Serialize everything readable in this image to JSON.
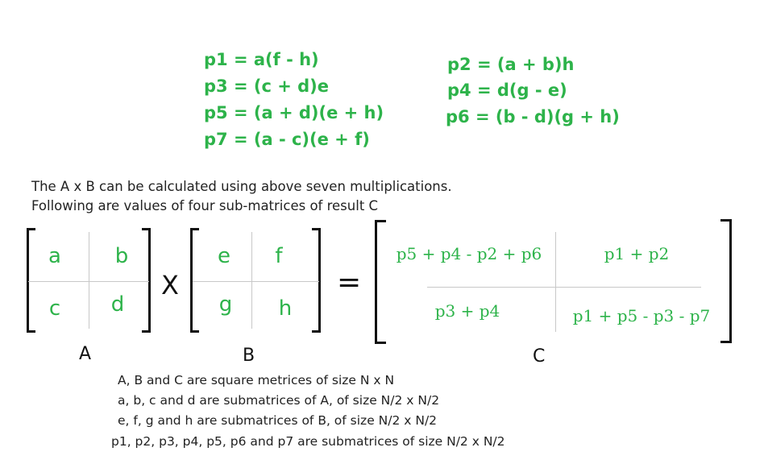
{
  "formulas": {
    "p1": "p1 = a(f - h)",
    "p3": "p3 = (c + d)e",
    "p5": "p5 = (a + d)(e + h)",
    "p7": "p7 = (a - c)(e + f)",
    "p2": "p2 = (a + b)h",
    "p4": "p4 = d(g - e)",
    "p6": "p6 = (b - d)(g + h)"
  },
  "description": {
    "line1": "The A x B can be calculated using above seven multiplications.",
    "line2": "Following are values of four sub-matrices of result C"
  },
  "matrix_a": {
    "a": "a",
    "b": "b",
    "c": "c",
    "d": "d",
    "label": "A"
  },
  "matrix_b": {
    "e": "e",
    "f": "f",
    "g": "g",
    "h": "h",
    "label": "B"
  },
  "matrix_c": {
    "c11": "p5 + p4 - p2 + p6",
    "c12": "p1 + p2",
    "c21": "p3 + p4",
    "c22": "p1 + p5 - p3 - p7",
    "label": "C"
  },
  "operators": {
    "times": "X",
    "equals": "="
  },
  "notes": {
    "line1": "A, B and C are square metrices of size N x N",
    "line2": "a, b, c and d are submatrices of A, of size N/2 x N/2",
    "line3": "e, f, g and h are submatrices of B, of size N/2 x N/2",
    "line4": "p1, p2, p3, p4, p5, p6 and p7 are submatrices of size N/2 x N/2"
  },
  "colors": {
    "formula_green": "#2db34a",
    "bracket": "#111111",
    "divider": "#c8c8c8"
  }
}
